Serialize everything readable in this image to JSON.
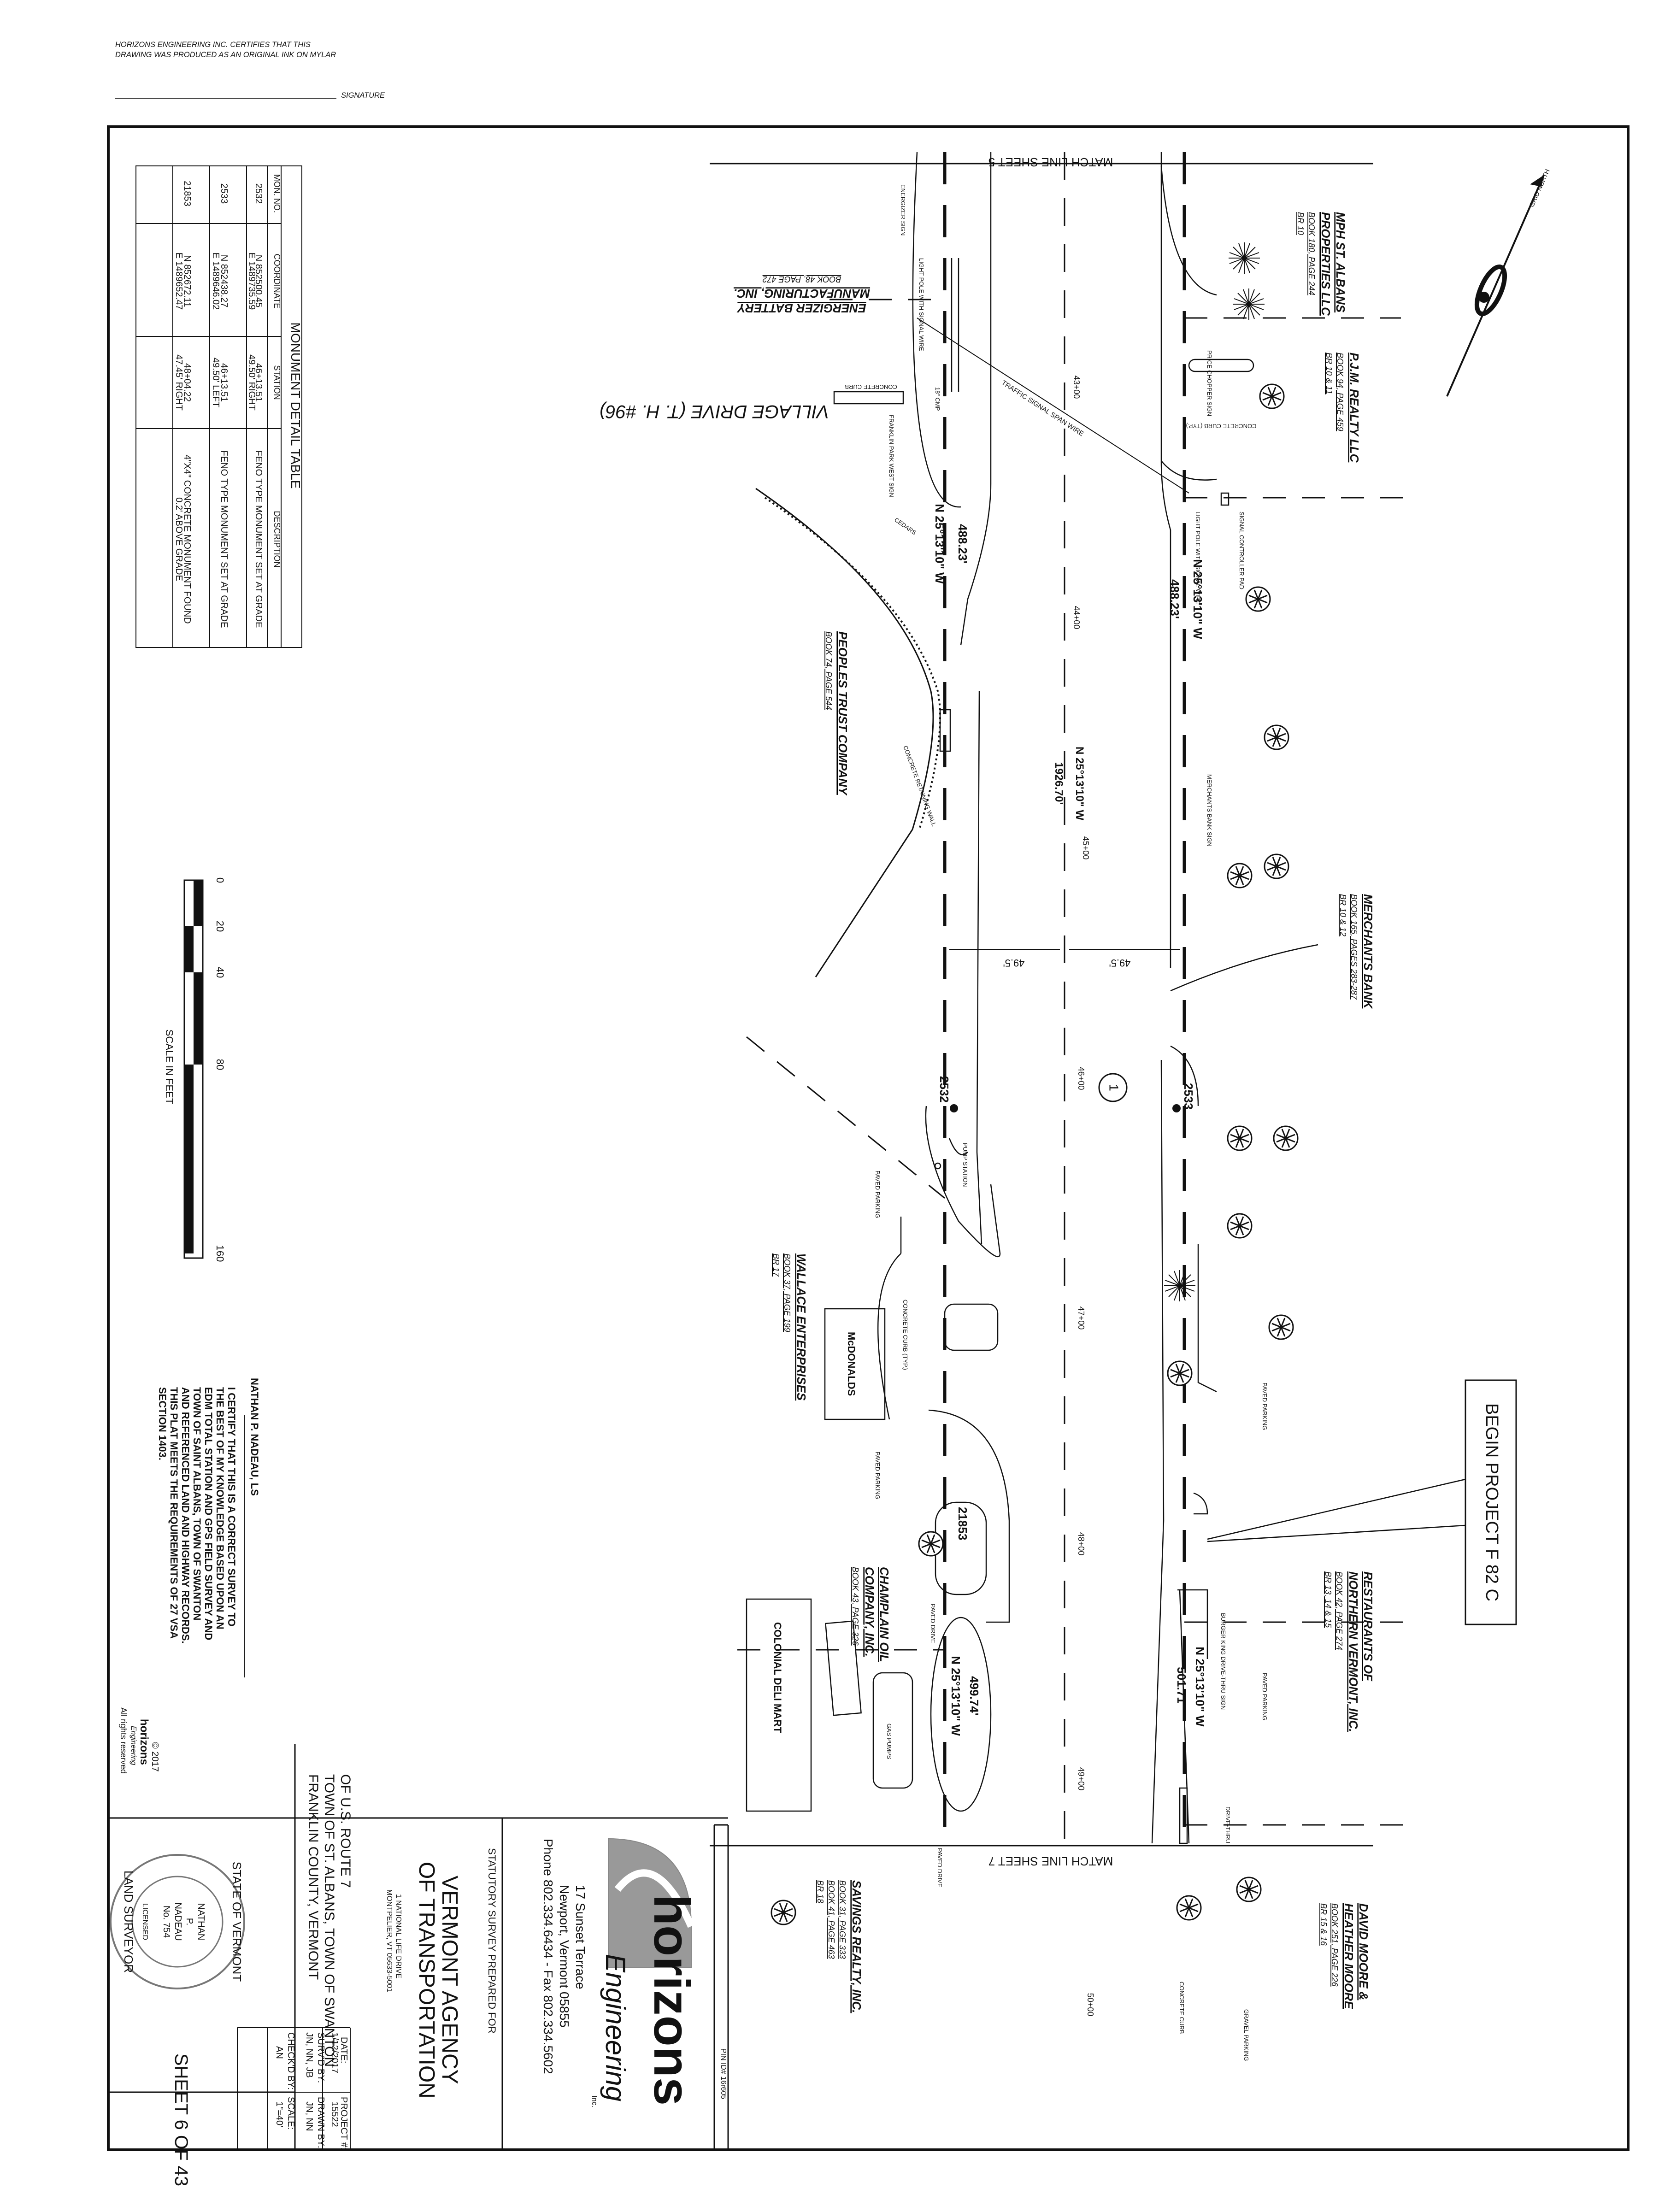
{
  "header": {
    "cert_line1": "HORIZONS ENGINEERING INC. CERTIFIES THAT THIS",
    "cert_line2": "DRAWING WAS PRODUCED AS AN ORIGINAL INK ON MYLAR",
    "signature_label": "SIGNATURE"
  },
  "match_lines": {
    "top": "MATCH LINE SHEET 5",
    "bottom": "MATCH LINE SHEET 7"
  },
  "road": {
    "name": "VILLAGE DRIVE  (T. H. #96)",
    "span_wire": "TRAFFIC SIGNAL SPAN WIRE",
    "stations": [
      "43+00",
      "44+00",
      "45+00",
      "46+00",
      "47+00",
      "48+00",
      "49+00",
      "50+00"
    ],
    "bearing_long": "N 25°13'10\" W",
    "distance_long": "1926.70'",
    "half_width": "49.5'",
    "label_1": "1"
  },
  "bearings": {
    "b1": "N 25°13'10\" W",
    "d1": "488.23'",
    "b2": "N 25°13'10\" W",
    "d2": "488.23'",
    "b3": "N 25°13'10\" W",
    "d3": "499.74'",
    "b4": "N 25°13'10\" W",
    "d4": "501.71'"
  },
  "parcels": {
    "mph": {
      "name1": "MPH ST. ALBANS",
      "name2": "PROPERTIES LLC",
      "book": "BOOK 180, PAGE 244",
      "br": "BR 10"
    },
    "pjm": {
      "name": "P.J.M. REALTY LLC",
      "book": "BOOK 94, PAGE 459",
      "br": "BR 10 & 11"
    },
    "merchants": {
      "name": "MERCHANTS BANK",
      "book": "BOOK 165, PAGES 283-287",
      "br": "BR 10 & 12"
    },
    "restaurants": {
      "name1": "RESTAURANTS OF",
      "name2": "NORTHERN VERMONT, INC.",
      "book": "BOOK 42, PAGE 274",
      "br": "BR 13, 14 & 15"
    },
    "moore": {
      "name1": "DAVID MOORE &",
      "name2": "HEATHER MOORE",
      "book": "BOOK 251, PAGE 226",
      "br": "BR 15 & 16"
    },
    "energizer": {
      "name1": "ENERGIZER BATTERY",
      "name2": "MANUFACTURING, INC.",
      "book": "BOOK 48, PAGE 472"
    },
    "peoples": {
      "name": "PEOPLES TRUST COMPANY",
      "book": "BOOK 74, PAGE 544"
    },
    "wallace": {
      "name": "WALLACE ENTERPRISES",
      "book": "BOOK 37, PAGE 199",
      "br": "BR 17"
    },
    "champlain": {
      "name1": "CHAMPLAIN OIL",
      "name2": "COMPANY, INC.",
      "book": "BOOK 43, PAGE 326"
    },
    "savings": {
      "name": "SAVINGS REALTY, INC.",
      "book1": "BOOK 31, PAGE 333",
      "book2": "BOOK 41, PAGE 463",
      "br": "BR 18"
    }
  },
  "features": {
    "energizer_sign": "ENERGIZER SIGN",
    "light_pole": "LIGHT POLE WITH SIGNAL WIRE",
    "concrete_curb": "CONCRETE CURB",
    "concrete_curb_typ": "CONCRETE CURB (TYP.)",
    "franklin_sign": "FRANKLIN PARK WEST SIGN",
    "price_chopper": "PRICE CHOPPER SIGN",
    "signal_controller": "SIGNAL CONTROLLER PAD",
    "light_pole_2": "LIGHT POLE WITH SIGNAL WIRE",
    "cedars": "CEDARS",
    "retaining_wall": "CONCRETE RETAINING WALL",
    "merchants_sign": "MERCHANTS BANK SIGN",
    "pump_station": "PUMP STATION",
    "paved_parking": "PAVED PARKING",
    "mcdonalds": "McDONALDS",
    "concrete_curb_typ2": "CONCRETE CURB (TYP.)",
    "paved_drive": "PAVED DRIVE",
    "gas_pumps": "GAS PUMPS",
    "colonial": "COLONIAL DELI MART",
    "bk_sign": "BURGER KING DRIVE-THRU SIGN",
    "drive_thru": "DRIVE-THRU",
    "gravel_parking": "GRAVEL PARKING",
    "concrete_curb2": "CONCRETE CURB",
    "chp": "18\" CMP",
    "mon_2532": "2532",
    "mon_2533": "2533",
    "mon_21853": "21853",
    "begin_project": "BEGIN PROJECT F 82 C",
    "grid_north": "GRID NORTH"
  },
  "monument_table": {
    "title": "MONUMENT DETAIL TABLE",
    "headers": [
      "MON. NO.",
      "COORDINATE",
      "STATION",
      "DESCRIPTION"
    ],
    "rows": [
      {
        "mon": "2532",
        "coord1": "N 852500.45",
        "coord2": "E 1489735.59",
        "sta1": "46+13.51",
        "sta2": "49.50' RIGHT",
        "desc1": "FENO TYPE MONUMENT SET AT GRADE",
        "desc2": ""
      },
      {
        "mon": "2533",
        "coord1": "N 852438.27",
        "coord2": "E 1489646.02",
        "sta1": "46+13.51",
        "sta2": "49.50' LEFT",
        "desc1": "FENO TYPE MONUMENT SET AT GRADE",
        "desc2": ""
      },
      {
        "mon": "21853",
        "coord1": "N 852672.11",
        "coord2": "E 1489652.47",
        "sta1": "48+04.22",
        "sta2": "47.45' RIGHT",
        "desc1": "4\"X4\" CONCRETE MONUMENT FOUND",
        "desc2": "0.2' ABOVE GRADE"
      }
    ]
  },
  "scale": {
    "ticks": [
      "0",
      "20",
      "40",
      "80",
      "160"
    ],
    "label": "SCALE IN FEET"
  },
  "certification": {
    "surveyor": "NATHAN P. NADEAU, LS",
    "lines": [
      "I CERTIFY THAT THIS IS A CORRECT SURVEY TO",
      "THE BEST OF MY KNOWLEDGE BASED UPON AN",
      "EDM TOTAL STATION AND GPS FIELD SURVEY AND",
      "TOWN OF SAINT ALBANS, TOWN OF SWANTON",
      "AND REFERENCED LAND AND HIGHWAY RECORDS.",
      "THIS PLAT MEETS THE REQUIREMENTS OF 27 VSA",
      "SECTION 1403."
    ]
  },
  "copyright": {
    "year": "© 2017",
    "company": "horizons",
    "sub": "Engineering",
    "rights": "All rights reserved"
  },
  "title_block": {
    "pin": "PIN ID# 16r605",
    "company": "horizons",
    "company_sub": "Engineering",
    "company_inc": "Inc.",
    "address1": "17 Sunset Terrace",
    "address2": "Newport, Vermont 05855",
    "phone": "Phone 802.334.6434 - Fax 802.334.5602",
    "prepared_for": "STATUTORY SURVEY PREPARED FOR",
    "agency1": "VERMONT AGENCY",
    "agency2": "OF TRANSPORTATION",
    "agency_addr1": "1 NATIONAL LIFE DRIVE",
    "agency_addr2": "MONTPELIER, VT 05633-5001",
    "route": "OF U.S. ROUTE 7",
    "town": "TOWN OF ST. ALBANS, TOWN OF SWANTON",
    "county": "FRANKLIN COUNTY, VERMONT",
    "project_label": "PROJECT #:",
    "project_value": "15522",
    "date_label": "DATE:",
    "date_value": "1/12/2017",
    "drawn_label": "DRAWN BY:",
    "drawn_value": "JN, NN",
    "survd_label": "SURV'D BY:",
    "survd_value": "JN, NN, JB",
    "scale_label": "SCALE:",
    "scale_value": "1\"=40'",
    "checkd_label": "CHECK'D BY:",
    "checkd_value": "AN",
    "sheet": "SHEET 6 OF 43"
  },
  "seal": {
    "top": "STATE OF VERMONT",
    "bottom": "LAND SURVEYOR",
    "name1": "NATHAN",
    "name2": "P.",
    "name3": "NADEAU",
    "number": "No. 754",
    "licensed": "LICENSED"
  }
}
